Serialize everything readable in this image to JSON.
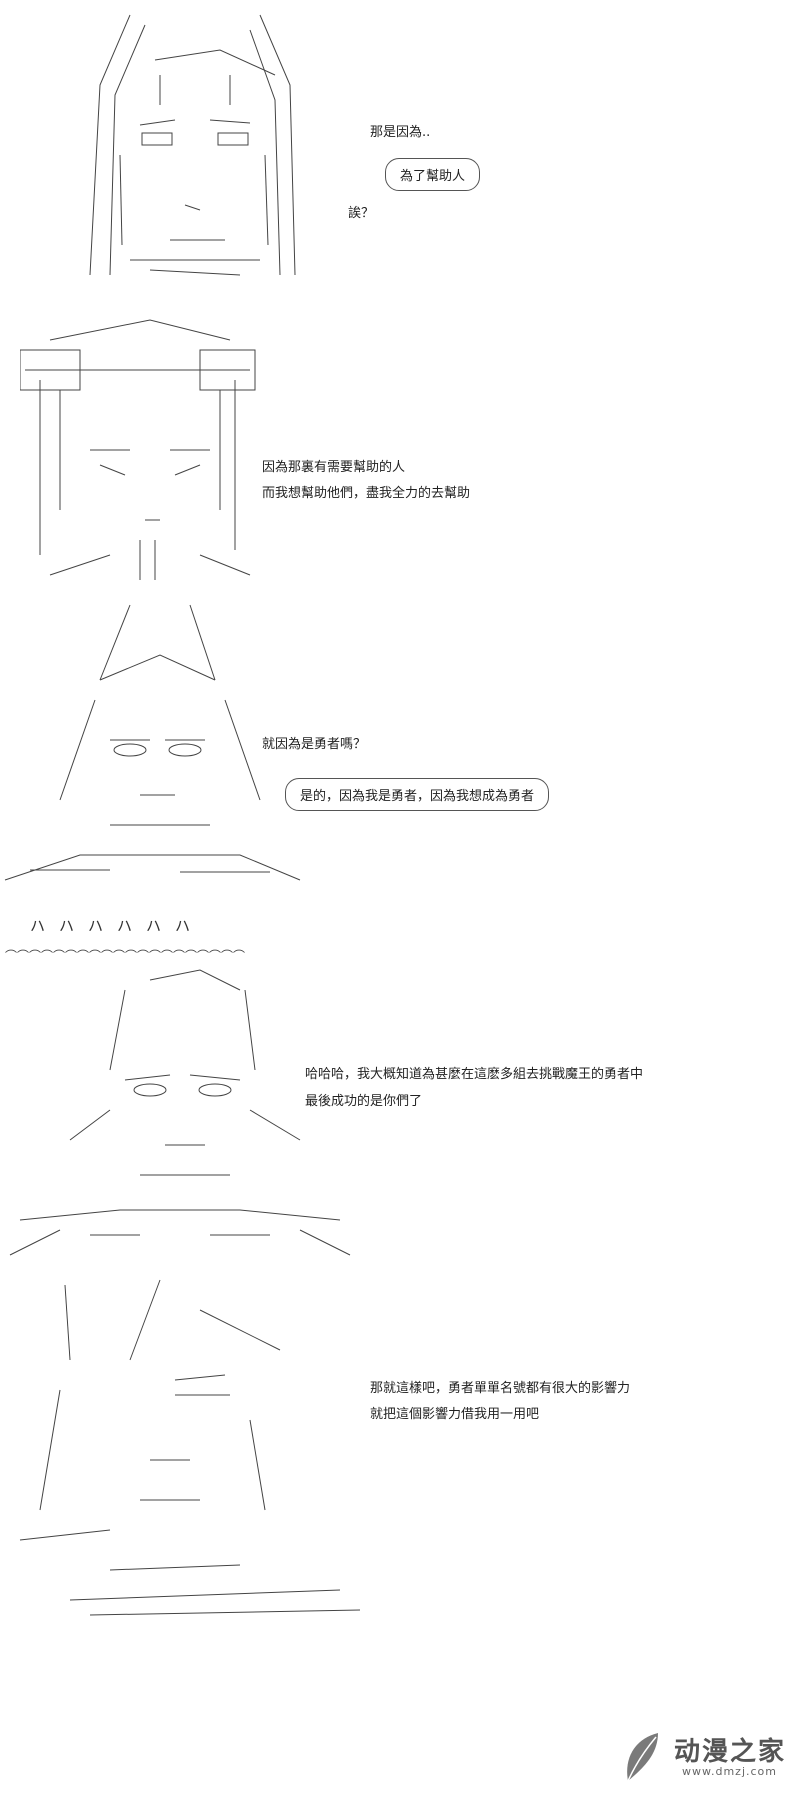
{
  "panels": [
    {
      "id": "panel-1",
      "lines": [
        "那是因為.."
      ],
      "bubble": "為了幫助人",
      "after": "誒？"
    },
    {
      "id": "panel-2",
      "lines": [
        "因為那裏有需要幫助的人",
        "而我想幫助他們，盡我全力的去幫助"
      ]
    },
    {
      "id": "panel-3",
      "lines": [
        "就因為是勇者嗎？"
      ],
      "bubble": "是的，因為我是勇者，因為我想成為勇者"
    },
    {
      "id": "panel-4",
      "divider": "ハハハハハハ",
      "lines": [
        "哈哈哈，我大概知道為甚麼在這麽多組去挑戰魔王的勇者中",
        "最後成功的是你們了"
      ]
    },
    {
      "id": "panel-5",
      "lines": [
        "那就這樣吧，勇者單單名號都有很大的影響力",
        "就把這個影響力借我用一用吧"
      ]
    }
  ],
  "watermark": {
    "title": "动漫之家",
    "url": "www.dmzj.com",
    "logo_icon": "feather-leaf-icon"
  },
  "colors": {
    "ink": "#222222",
    "background": "#ffffff",
    "watermark": "#555555"
  }
}
